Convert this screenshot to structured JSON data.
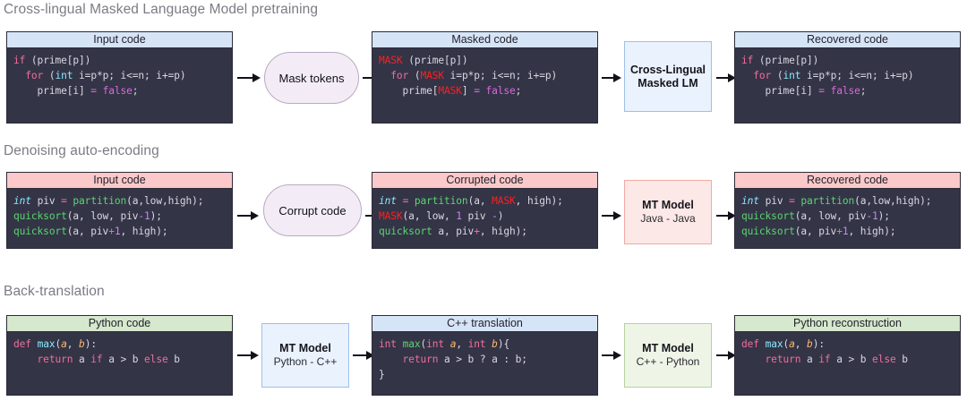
{
  "figure": {
    "background": "#ffffff",
    "accent_blue": "#d6e4f7",
    "accent_pink": "#fbc9c9",
    "accent_green": "#d6e8cd",
    "code_bg": "#343447",
    "mask_color": "#ff1f1f"
  },
  "sections": [
    {
      "id": "mlm",
      "title": "Cross-lingual Masked Language Model pretraining"
    },
    {
      "id": "dae",
      "title": "Denoising auto-encoding"
    },
    {
      "id": "bt",
      "title": "Back-translation"
    }
  ],
  "row1": {
    "input": {
      "header": "Input code"
    },
    "op": {
      "label": "Mask tokens"
    },
    "masked": {
      "header": "Masked code"
    },
    "model": {
      "title": "Cross-Lingual",
      "subtitle": "Masked LM"
    },
    "recovered": {
      "header": "Recovered code"
    },
    "code_input": [
      "if (prime[p])",
      "  for (int i=p*p; i<=n; i+=p)",
      "    prime[i] = false;"
    ],
    "code_masked": [
      "MASK (prime[p])",
      "  for (MASK i=p*p; i<=n; i+=p)",
      "    prime[MASK] = false;"
    ],
    "code_recovered": [
      "if (prime[p])",
      "  for (int i=p*p; i<=n; i+=p)",
      "    prime[i] = false;"
    ]
  },
  "row2": {
    "input": {
      "header": "Input code"
    },
    "op": {
      "label": "Corrupt code"
    },
    "corrupted": {
      "header": "Corrupted code"
    },
    "model": {
      "title": "MT Model",
      "subtitle": "Java - Java"
    },
    "recovered": {
      "header": "Recovered code"
    },
    "code_input": [
      "int piv = partition(a,low,high);",
      "quicksort(a, low, piv-1);",
      "quicksort(a, piv+1, high);"
    ],
    "code_corrupted": [
      "int = partition(a, MASK, high);",
      "MASK(a, low, 1 piv -)",
      "quicksort a, piv+, high);"
    ],
    "code_recovered": [
      "int piv = partition(a,low,high);",
      "quicksort(a, low, piv-1);",
      "quicksort(a, piv+1, high);"
    ]
  },
  "row3": {
    "python": {
      "header": "Python code"
    },
    "model1": {
      "title": "MT Model",
      "subtitle": "Python - C++"
    },
    "cpp": {
      "header": "C++ translation"
    },
    "model2": {
      "title": "MT Model",
      "subtitle": "C++ - Python"
    },
    "recon": {
      "header": "Python reconstruction"
    },
    "code_python": [
      "def max(a, b):",
      "    return a if a > b else b"
    ],
    "code_cpp": [
      "int max(int a, int b){",
      "    return a > b ? a : b;",
      "}"
    ],
    "code_recon": [
      "def max(a, b):",
      "    return a if a > b else b"
    ]
  }
}
